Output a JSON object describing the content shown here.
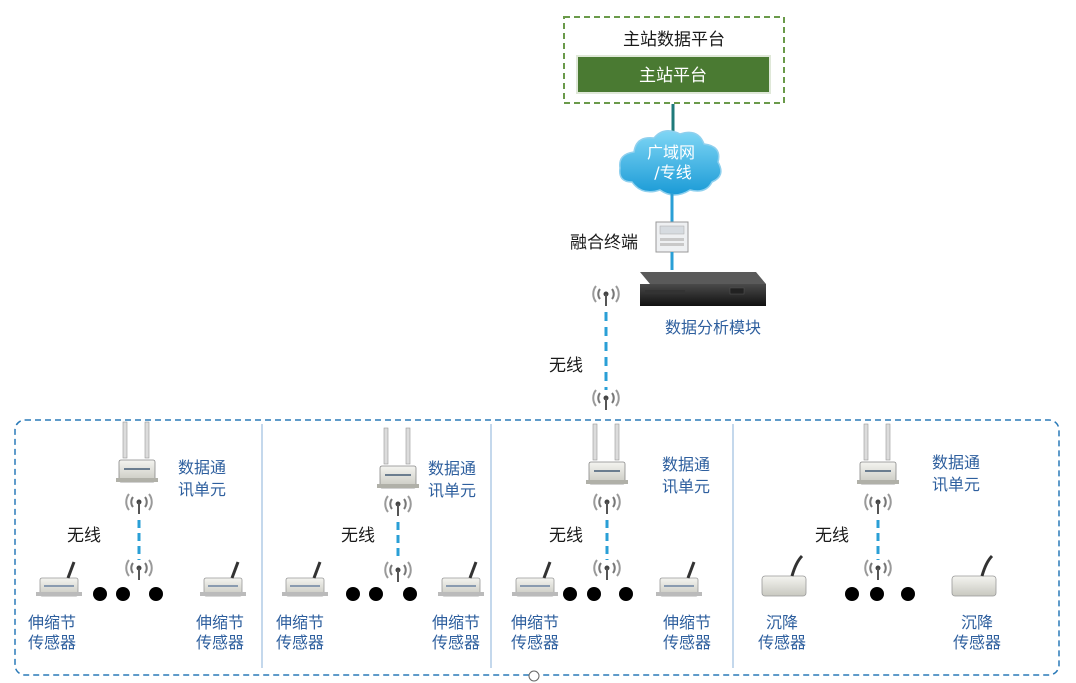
{
  "master": {
    "outer_title": "主站数据平台",
    "inner_title": "主站平台"
  },
  "network": {
    "line1": "广域网",
    "line2": "/专线"
  },
  "terminal": {
    "label": "融合终端"
  },
  "analysis": {
    "label": "数据分析模块"
  },
  "wireless_label": "无线",
  "groups": [
    {
      "unit_l1": "数据通",
      "unit_l2": "讯单元",
      "wireless": "无线",
      "left_l1": "伸缩节",
      "left_l2": "传感器",
      "right_l1": "伸缩节",
      "right_l2": "传感器"
    },
    {
      "unit_l1": "数据通",
      "unit_l2": "讯单元",
      "wireless": "无线",
      "left_l1": "伸缩节",
      "left_l2": "传感器",
      "right_l1": "伸缩节",
      "right_l2": "传感器"
    },
    {
      "unit_l1": "数据通",
      "unit_l2": "讯单元",
      "wireless": "无线",
      "left_l1": "伸缩节",
      "left_l2": "传感器",
      "right_l1": "伸缩节",
      "right_l2": "传感器"
    },
    {
      "unit_l1": "数据通",
      "unit_l2": "讯单元",
      "wireless": "无线",
      "left_l1": "沉降",
      "left_l2": "传感器",
      "right_l1": "沉降",
      "right_l2": "传感器"
    }
  ],
  "colors": {
    "dash_green": "#6a9a4a",
    "platform_green": "#4a7a32",
    "link_teal": "#1f7a7a",
    "link_blue": "#2a9fd6",
    "label_blue": "#2e5f9e"
  }
}
